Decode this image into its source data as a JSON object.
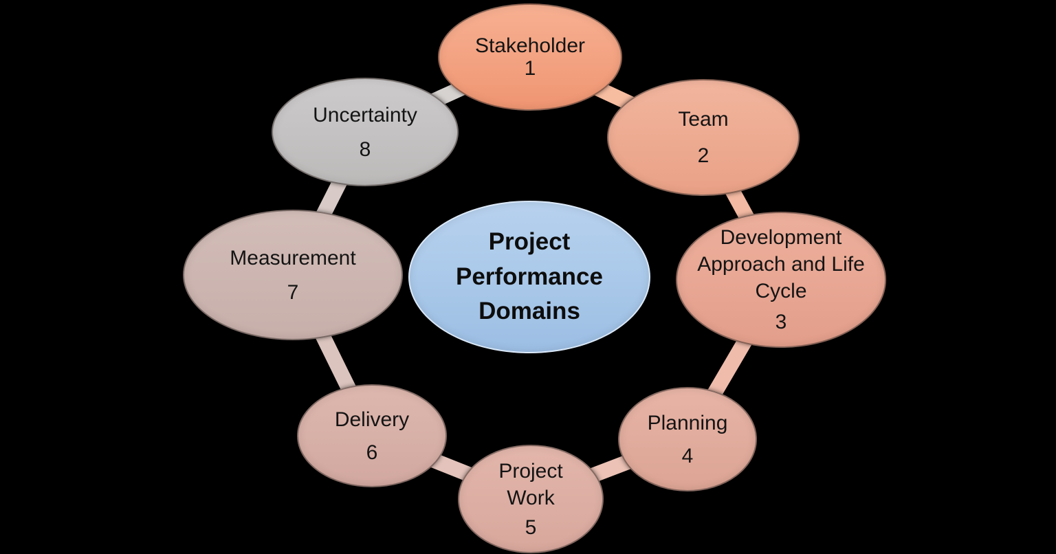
{
  "diagram": {
    "center": {
      "label": "Project Performance Domains"
    },
    "nodes": [
      {
        "id": "stakeholder",
        "label": "Stakeholder",
        "number": "1"
      },
      {
        "id": "team",
        "label": "Team",
        "number": "2"
      },
      {
        "id": "development-approach-and-life-cycle",
        "label": "Development Approach and Life Cycle",
        "number": "3"
      },
      {
        "id": "planning",
        "label": "Planning",
        "number": "4"
      },
      {
        "id": "project-work",
        "label": "Project Work",
        "number": "5"
      },
      {
        "id": "delivery",
        "label": "Delivery",
        "number": "6"
      },
      {
        "id": "measurement",
        "label": "Measurement",
        "number": "7"
      },
      {
        "id": "uncertainty",
        "label": "Uncertainty",
        "number": "8"
      }
    ],
    "colors": {
      "background": "#000000",
      "center_fill": "#A9C8E9",
      "node_fill_1_stakeholder": "#F3A382",
      "node_fill_2_team": "#EDAB92",
      "node_fill_3_development": "#E8A794",
      "node_fill_4_planning": "#E1AC9D",
      "node_fill_5_project_work": "#DDAFA4",
      "node_fill_6_delivery": "#D7B0A7",
      "node_fill_7_measurement": "#CDB6B1",
      "node_fill_8_uncertainty": "#C4C2C2",
      "text": "#141414"
    }
  }
}
